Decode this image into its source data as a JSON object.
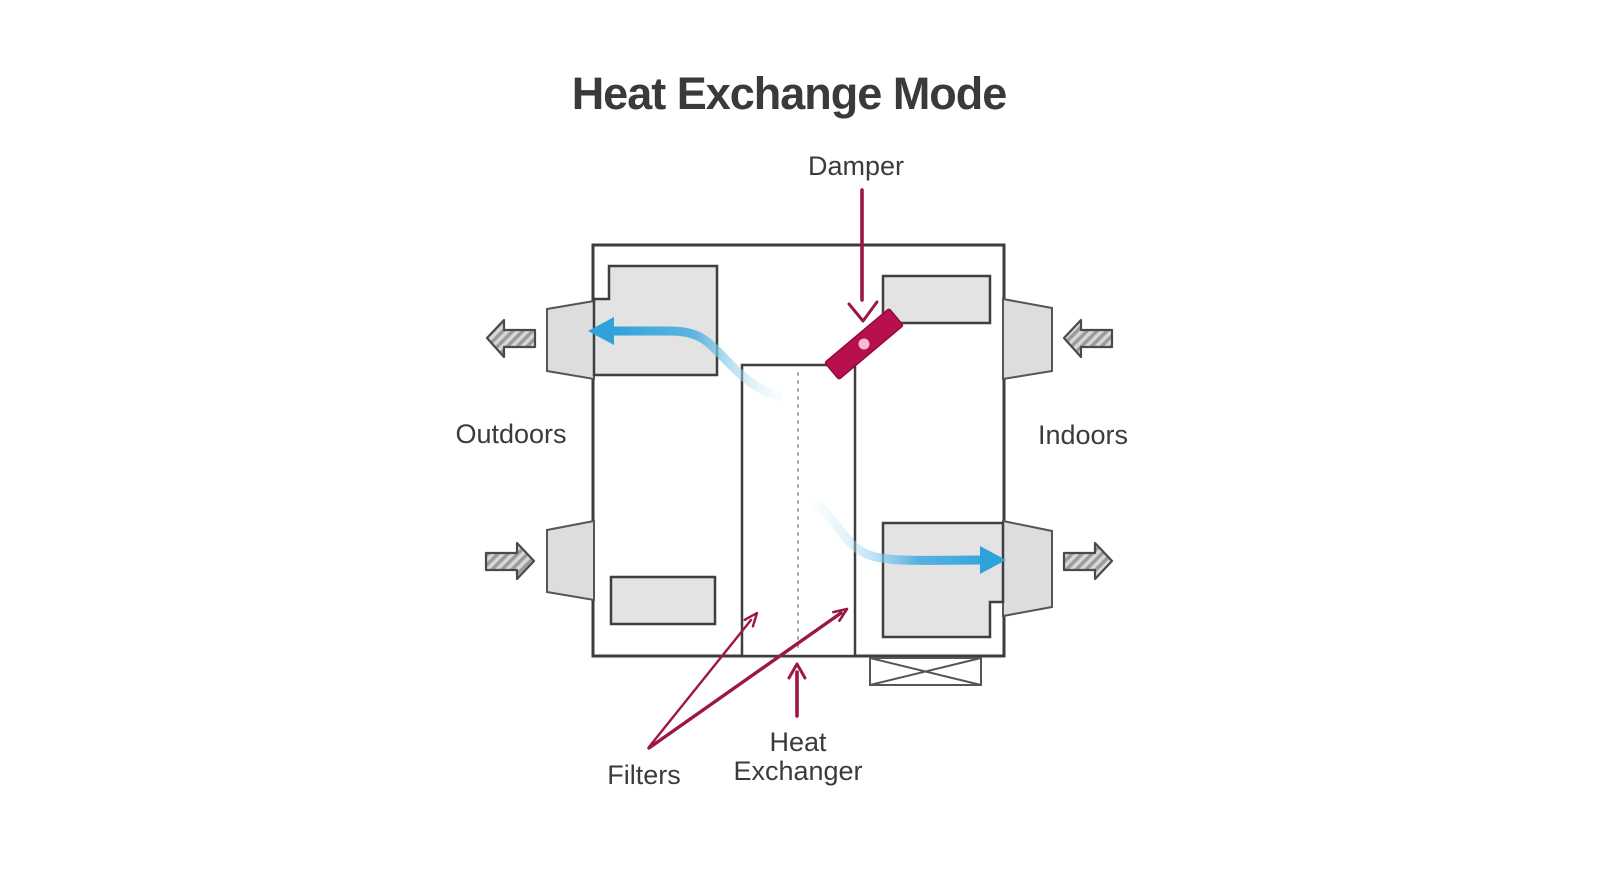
{
  "title": "Heat Exchange Mode",
  "labels": {
    "damper": "Damper",
    "outdoors": "Outdoors",
    "indoors": "Indoors",
    "filters": "Filters",
    "heat_exchanger_line1": "Heat",
    "heat_exchanger_line2": "Exchanger"
  },
  "colors": {
    "text_dark": "#3a3a3a",
    "outline_dark": "#3d3d3d",
    "block_gray": "#e3e3e3",
    "duct_gray": "#dddddd",
    "hatch_dark_gray": "#9a9a9a",
    "flow_blue": "#2fa2da",
    "damper_crimson": "#b8104e",
    "pointer_red": "#9c1646",
    "background": "#ffffff"
  },
  "airflow_arrows": {
    "top_blue": {
      "direction": "left",
      "from": "heat-exchanger",
      "to": "outdoors"
    },
    "bottom_blue": {
      "direction": "right",
      "from": "heat-exchanger",
      "to": "indoors"
    },
    "outdoors_top_hatched": {
      "direction": "left"
    },
    "outdoors_bottom_hatched": {
      "direction": "right"
    },
    "indoors_top_hatched": {
      "direction": "left"
    },
    "indoors_bottom_hatched": {
      "direction": "right"
    }
  },
  "components": {
    "damper_state": "angled-45deg",
    "filter_blocks": 4,
    "heat_exchanger_core": "center-column-with-dashed-midline",
    "fan_box": "crossed-rectangle-bottom-right"
  }
}
